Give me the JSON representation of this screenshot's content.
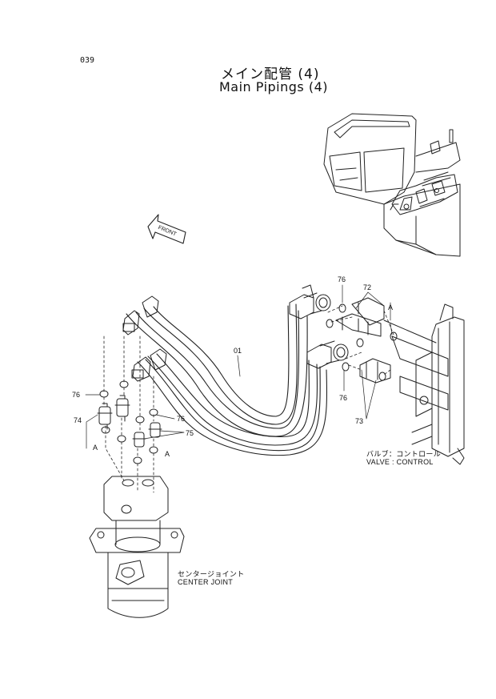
{
  "header": {
    "page_number": "039",
    "title_jp": "メイン配管 (4)",
    "title_en": "Main Pipings (4)"
  },
  "direction_arrow": {
    "label": "FRONT"
  },
  "callouts": {
    "hose": "01",
    "ring_76_top": "76",
    "ring_76_left": "76",
    "ring_76_mid": "76",
    "ring_76_right": "76",
    "fitting_72": "72",
    "fitting_73": "73",
    "fitting_74": "74",
    "fitting_75": "75",
    "ref_a_right": "A",
    "ref_a_left": "A",
    "ref_a_mid": "A"
  },
  "components": {
    "valve_jp": "バルブ：コントロール",
    "valve_en": "VALVE : CONTROL",
    "joint_jp": "センタージョイント",
    "joint_en": "CENTER  JOINT"
  }
}
